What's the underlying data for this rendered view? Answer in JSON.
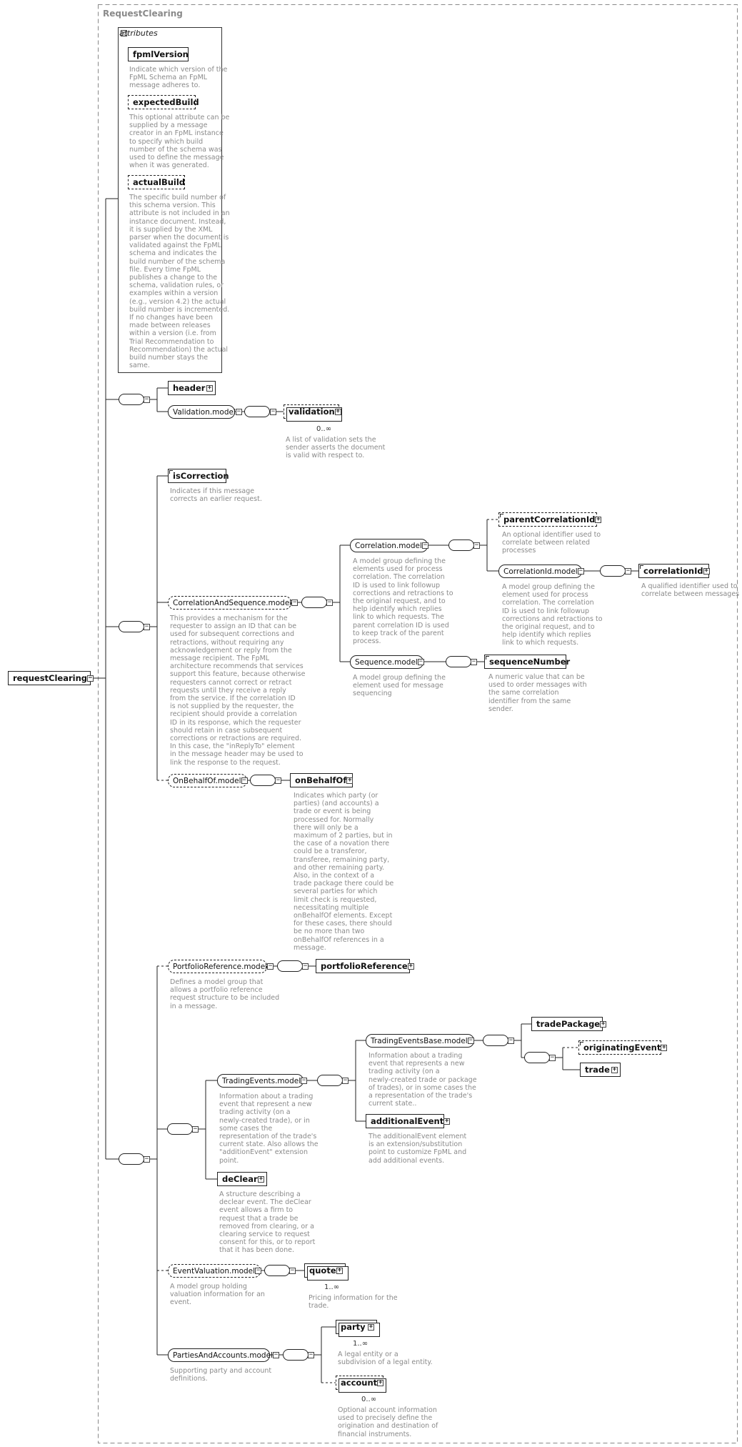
{
  "root_label": "RequestClearing",
  "root_element": "requestClearing",
  "attributes": {
    "header": "attributes",
    "items": [
      {
        "name": "fpmlVersion",
        "desc": "Indicate which version of the\nFpML Schema an FpML\nmessage adheres to."
      },
      {
        "name": "expectedBuild",
        "desc": "This optional attribute can be\nsupplied by a message\ncreator in an FpML instance\nto specify which build\nnumber of the schema was\nused to define the message\nwhen it was generated."
      },
      {
        "name": "actualBuild",
        "desc": "The specific build number of\nthis schema version. This\nattribute is not included in an\ninstance document. Instead,\nit is supplied by the XML\nparser when the document is\nvalidated against the FpML\nschema and indicates the\nbuild number of the schema\nfile. Every time FpML\npublishes a change to the\nschema, validation rules, or\nexamples within a version\n(e.g., version 4.2) the actual\nbuild number is incremented.\nIf no changes have been\nmade between releases\nwithin a version (i.e. from\nTrial Recommendation to\nRecommendation) the actual\nbuild number stays the\nsame."
      }
    ]
  },
  "nodes": {
    "header": {
      "label": "header"
    },
    "validation_model": {
      "label": "Validation.model"
    },
    "validation": {
      "label": "validation",
      "occurs": "0..∞",
      "desc": "A list of validation sets the\nsender asserts the document\nis valid with respect to."
    },
    "isCorrection": {
      "label": "isCorrection",
      "desc": "Indicates if this message\ncorrects an earlier request."
    },
    "correlation_and_sequence_model": {
      "label": "CorrelationAndSequence.model",
      "desc": "This provides a mechanism for the\nrequester to assign an ID that can be\nused for subsequent corrections and\nretractions, without requiring any\nacknowledgement or reply from the\nmessage recipient. The FpML\narchitecture recommends that services\nsupport this feature, because otherwise\nrequesters cannot correct or retract\nrequests until they receive a reply\nfrom the service. If the correlation ID\nis not supplied by the requester, the\nrecipient should provide a correlation\nID in its response, which the requester\nshould retain in case subsequent\ncorrections or retractions are required.\nIn this case, the \"inReplyTo\" element\nin the message header may be used to\nlink the response to the request."
    },
    "correlation_model": {
      "label": "Correlation.model",
      "desc": "A model group defining the\nelements used for process\ncorrelation. The correlation\nID is used to link followup\ncorrections and retractions to\nthe original request, and to\nhelp identify which replies\nlink to which requests. The\nparent correlation ID is used\nto keep track of the parent\nprocess."
    },
    "parentCorrelationId": {
      "label": "parentCorrelationId",
      "desc": "An optional identifier used to\ncorrelate between related\nprocesses"
    },
    "correlationid_model": {
      "label": "CorrelationId.model",
      "desc": "A model group defining the\nelement used for process\ncorrelation. The correlation\nID is used to link followup\ncorrections and retractions to\nthe original request, and to\nhelp identify which replies\nlink to which requests."
    },
    "correlationId": {
      "label": "correlationId",
      "desc": "A qualified identifier used to\ncorrelate between messages"
    },
    "sequence_model": {
      "label": "Sequence.model",
      "desc": "A model group defining the\nelement used for message\nsequencing"
    },
    "sequenceNumber": {
      "label": "sequenceNumber",
      "desc": "A numeric value that can be\nused to order messages with\nthe same correlation\nidentifier from the same\nsender."
    },
    "onbehalfof_model": {
      "label": "OnBehalfOf.model"
    },
    "onBehalfOf": {
      "label": "onBehalfOf",
      "desc": "Indicates which party (or\nparties) (and accounts) a\ntrade or event is being\nprocessed for. Normally\nthere will only be a\nmaximum of 2 parties, but in\nthe case of a novation there\ncould be a transferor,\ntransferee, remaining party,\nand other remaining party.\nAlso, in the context of a\ntrade package there could be\nseveral parties for which\nlimit check is requested,\nnecessitating multiple\nonBehalfOf elements. Except\nfor these cases, there should\nbe no more than two\nonBehalfOf references in a\nmessage."
    },
    "portfolio_reference_model": {
      "label": "PortfolioReference.model",
      "desc": "Defines a model group that\nallows a portfolio reference\nrequest structure to be included\nin a message."
    },
    "portfolioReference": {
      "label": "portfolioReference"
    },
    "trading_events_model": {
      "label": "TradingEvents.model",
      "desc": "Information about a trading\nevent that represent a new\ntrading activity (on a\nnewly-created trade), or in\nsome cases the\nrepresentation of the trade's\ncurrent state. Also allows the\n\"additionEvent\" extension\npoint."
    },
    "trading_events_base_model": {
      "label": "TradingEventsBase.model",
      "desc": "Information about a trading\nevent that represents a new\ntrading activity (on a\nnewly-created trade or package\nof trades), or in some cases the\na representation of the trade's\ncurrent state.."
    },
    "tradePackage": {
      "label": "tradePackage"
    },
    "originatingEvent": {
      "label": "originatingEvent"
    },
    "trade": {
      "label": "trade"
    },
    "additionalEvent": {
      "label": "additionalEvent",
      "desc": "The additionalEvent element\nis an extension/substitution\npoint to customize FpML and\nadd additional events."
    },
    "deClear": {
      "label": "deClear",
      "desc": "A structure describing a\ndeclear event. The deClear\nevent allows a firm to\nrequest that a trade be\nremoved from clearing, or a\nclearing service to request\nconsent for this, or to report\nthat it has been done."
    },
    "event_valuation_model": {
      "label": "EventValuation.model",
      "desc": "A model group holding\nvaluation information for an\nevent."
    },
    "quote": {
      "label": "quote",
      "occurs": "1..∞",
      "desc": "Pricing information for the\ntrade."
    },
    "parties_and_accounts_model": {
      "label": "PartiesAndAccounts.model",
      "desc": "Supporting party and account\ndefinitions."
    },
    "party": {
      "label": "party",
      "occurs": "1..∞",
      "desc": "A legal entity or a\nsubdivision of a legal entity."
    },
    "account": {
      "label": "account",
      "occurs": "0..∞",
      "desc": "Optional account information\nused to precisely define the\norigination and destination of\nfinancial instruments."
    }
  }
}
